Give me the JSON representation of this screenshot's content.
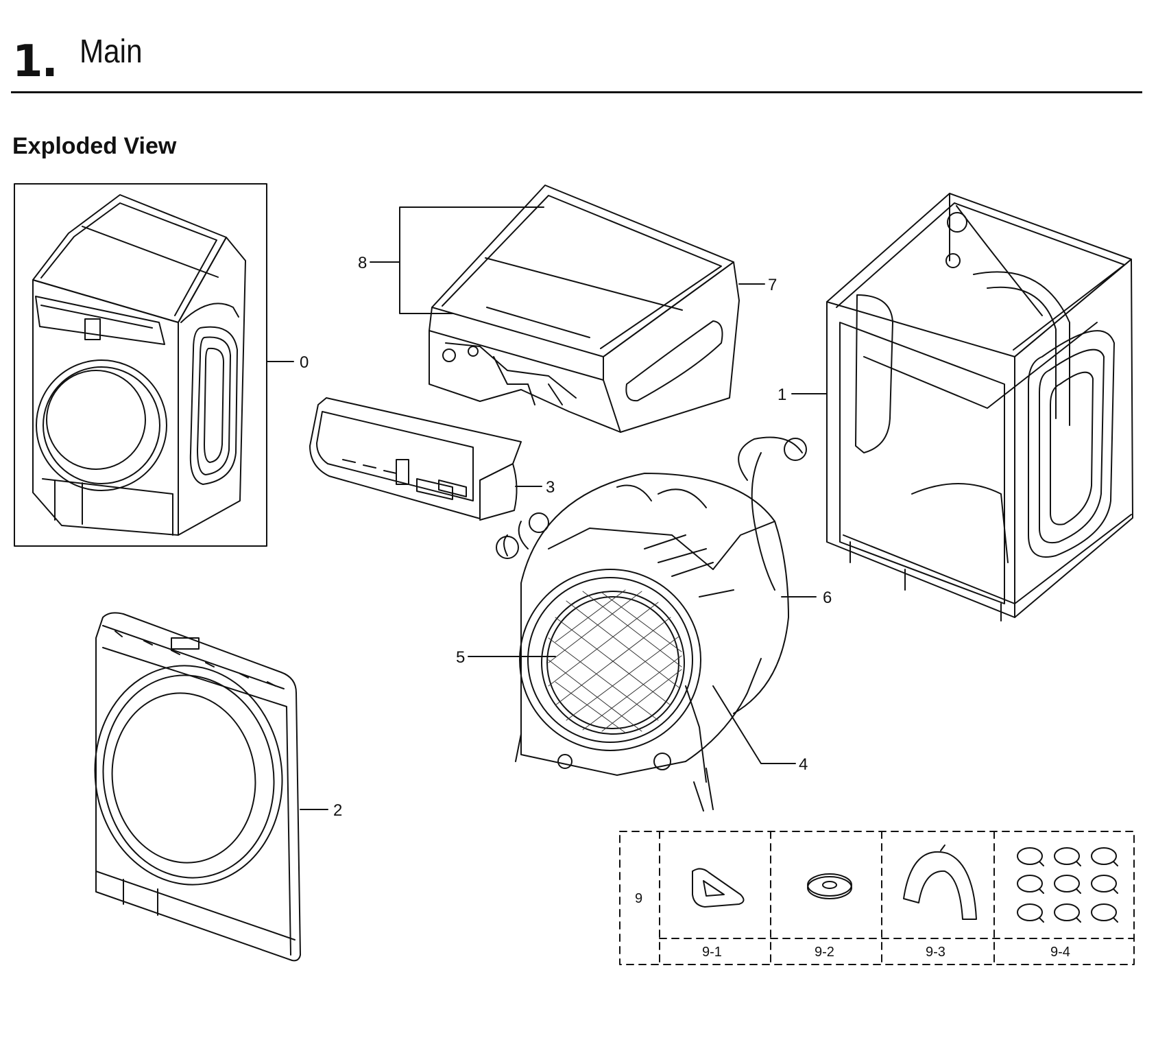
{
  "header": {
    "section_number": "1.",
    "section_title": "Main",
    "view_title": "Exploded View"
  },
  "callouts": {
    "c0": "0",
    "c1": "1",
    "c2": "2",
    "c3": "3",
    "c4": "4",
    "c5": "5",
    "c6": "6",
    "c7": "7",
    "c8": "8"
  },
  "kit": {
    "label": "9",
    "items": [
      "9-1",
      "9-2",
      "9-3",
      "9-4"
    ]
  }
}
